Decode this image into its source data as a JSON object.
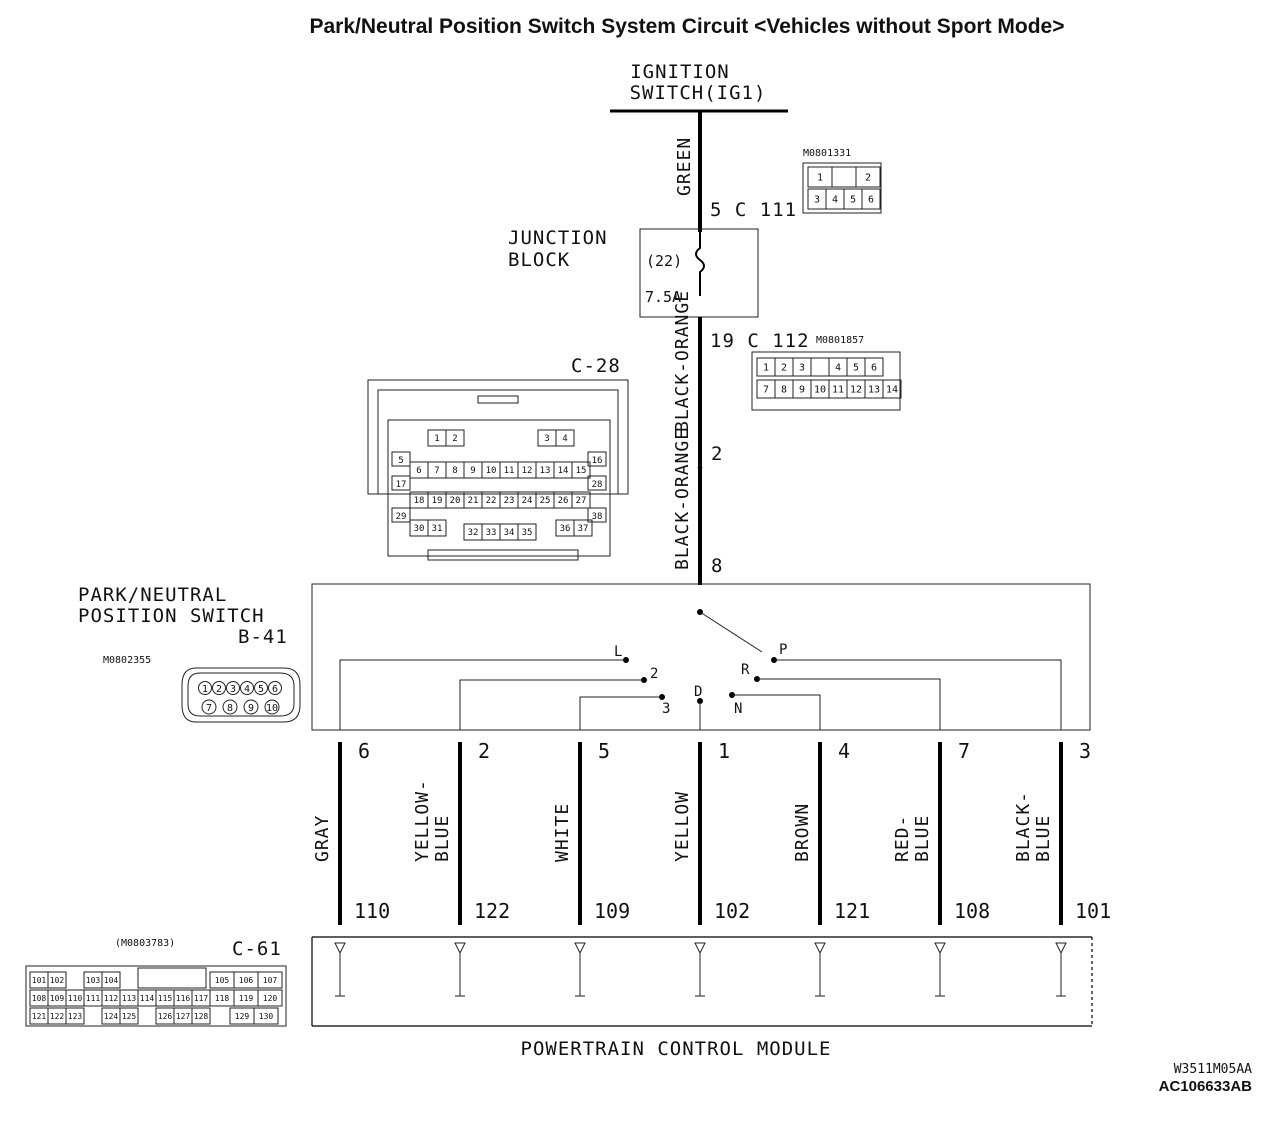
{
  "title": "Park/Neutral Position Switch System Circuit <Vehicles without Sport Mode>",
  "ignition_switch": {
    "line1": "IGNITION",
    "line2": "SWITCH(IG1)"
  },
  "junction_block": {
    "line1": "JUNCTION",
    "line2": "BLOCK",
    "fuse_number": "(22)",
    "fuse_rating": "7.5A",
    "top_connector": "5 C 111",
    "bottom_connector": "19 C 112"
  },
  "upper_wire_color": "GREEN",
  "connector_m0801331": {
    "code": "M0801331",
    "pins_row1": [
      "1",
      "",
      "2"
    ],
    "pins_row2": [
      "3",
      "4",
      "5",
      "6"
    ]
  },
  "connector_m0801857": {
    "code": "M0801857",
    "pins_row1": [
      "1",
      "2",
      "3",
      "",
      "4",
      "5",
      "6"
    ],
    "pins_row2": [
      "7",
      "8",
      "9",
      "10",
      "11",
      "12",
      "13",
      "14"
    ]
  },
  "c28": {
    "label": "C-28",
    "pins_row1": [
      "1",
      "2",
      "3",
      "4"
    ],
    "pins_row2": [
      "5",
      "16"
    ],
    "pins_row3": [
      "6",
      "7",
      "8",
      "9",
      "10",
      "11",
      "12",
      "13",
      "14",
      "15"
    ],
    "pins_row4": [
      "17",
      "28"
    ],
    "pins_row5": [
      "18",
      "19",
      "20",
      "21",
      "22",
      "23",
      "24",
      "25",
      "26",
      "27"
    ],
    "pins_row6": [
      "29",
      "38"
    ],
    "pins_row7": [
      "30",
      "31",
      "32",
      "33",
      "34",
      "35",
      "36",
      "37"
    ],
    "wire_color_top": "BLACK-ORANGE",
    "pin_top": "2",
    "wire_color_bottom": "BLACK-ORANGE",
    "pin_bottom": "8"
  },
  "switch": {
    "line1": "PARK/NEUTRAL",
    "line2": "POSITION SWITCH",
    "connector": "B-41",
    "conn_code": "M0802355",
    "pins_row1": [
      "1",
      "2",
      "3",
      "4",
      "5",
      "6"
    ],
    "pins_row2": [
      "7",
      "8",
      "9",
      "10"
    ],
    "positions": [
      "L",
      "2",
      "3",
      "D",
      "N",
      "R",
      "P"
    ]
  },
  "wires": [
    {
      "pin": "6",
      "color": "GRAY",
      "pcm": "110"
    },
    {
      "pin": "2",
      "color": "YELLOW-BLUE",
      "pcm": "122"
    },
    {
      "pin": "5",
      "color": "WHITE",
      "pcm": "109"
    },
    {
      "pin": "1",
      "color": "YELLOW",
      "pcm": "102"
    },
    {
      "pin": "4",
      "color": "BROWN",
      "pcm": "121"
    },
    {
      "pin": "7",
      "color": "RED-BLUE",
      "pcm": "108"
    },
    {
      "pin": "3",
      "color": "BLACK-BLUE",
      "pcm": "101"
    }
  ],
  "pcm": {
    "connector": "C-61",
    "conn_code": "(M0803783)",
    "label": "POWERTRAIN CONTROL MODULE",
    "pins_row1": [
      "101",
      "102",
      "103",
      "104",
      "105",
      "106",
      "107"
    ],
    "pins_row2": [
      "108",
      "109",
      "110",
      "111",
      "112",
      "113",
      "114",
      "115",
      "116",
      "117",
      "118",
      "119",
      "120"
    ],
    "pins_row3": [
      "121",
      "122",
      "123",
      "124",
      "125",
      "126",
      "127",
      "128",
      "129",
      "130"
    ]
  },
  "refs": {
    "code1": "W3511M05AA",
    "code2": "AC106633AB"
  }
}
